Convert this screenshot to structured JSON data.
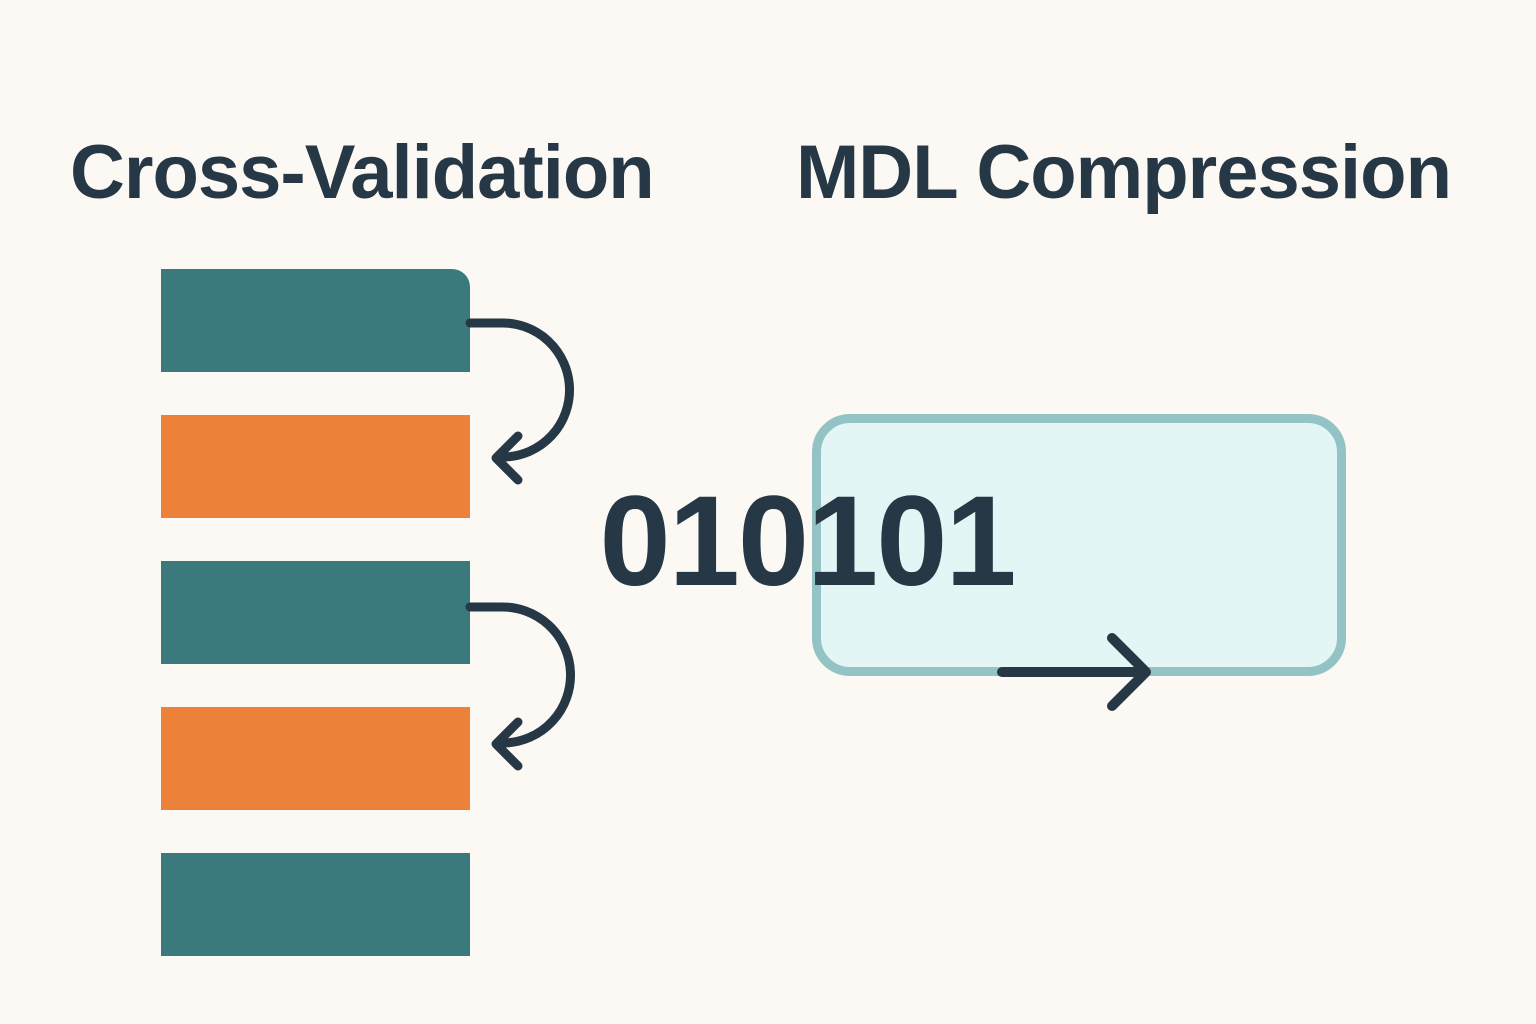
{
  "left_panel": {
    "title": "Cross-Validation",
    "folds": [
      {
        "role": "train",
        "color": "#3a7a7d"
      },
      {
        "role": "test",
        "color": "#ec823a"
      },
      {
        "role": "train",
        "color": "#3a7a7d"
      },
      {
        "role": "test",
        "color": "#ec823a"
      },
      {
        "role": "train",
        "color": "#3a7a7d"
      }
    ],
    "arrows": [
      {
        "icon": "curved-arrow-icon",
        "from_fold": 1,
        "to_fold": 2
      },
      {
        "icon": "curved-arrow-icon",
        "from_fold": 3,
        "to_fold": 4
      }
    ]
  },
  "right_panel": {
    "title": "MDL Compression",
    "code": "010101",
    "arrow_icon": "right-arrow-icon"
  },
  "colors": {
    "background": "#fcf8f3",
    "text": "#263746",
    "train": "#3a7a7d",
    "test": "#ec823a",
    "box_border": "#93c3c5",
    "box_fill": "#e3f5f4"
  }
}
